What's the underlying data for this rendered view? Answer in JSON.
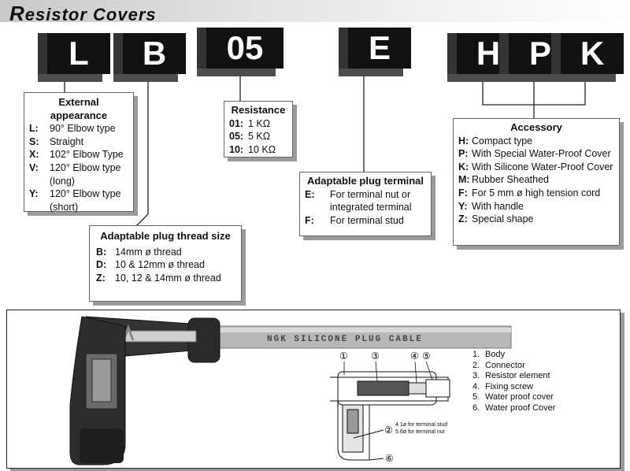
{
  "header": {
    "title": "Resistor Covers"
  },
  "codes": [
    "L",
    "B",
    "05",
    "E",
    "H",
    "P",
    "K"
  ],
  "external_appearance": {
    "title": "External appearance",
    "items": [
      {
        "k": "L:",
        "v": "90° Elbow type"
      },
      {
        "k": "S:",
        "v": "Straight"
      },
      {
        "k": "X:",
        "v": "102° Elbow Type"
      },
      {
        "k": "V:",
        "v": "120° Elbow type"
      },
      {
        "k": "",
        "v": "(long)"
      },
      {
        "k": "Y:",
        "v": "120° Elbow type"
      },
      {
        "k": "",
        "v": "(short)"
      }
    ]
  },
  "thread_size": {
    "title": "Adaptable plug thread size",
    "items": [
      {
        "k": "B:",
        "v": "14mm ø thread"
      },
      {
        "k": "D:",
        "v": "10 & 12mm ø thread"
      },
      {
        "k": "Z:",
        "v": "10, 12 & 14mm ø thread"
      }
    ]
  },
  "resistance": {
    "title": "Resistance",
    "items": [
      {
        "k": "01:",
        "v": "1 KΩ"
      },
      {
        "k": "05:",
        "v": "5 KΩ"
      },
      {
        "k": "10:",
        "v": "10 KΩ"
      }
    ]
  },
  "plug_terminal": {
    "title": "Adaptable plug terminal",
    "items": [
      {
        "k": "E:",
        "v": "For terminal nut or"
      },
      {
        "k": "",
        "v": "integrated terminal"
      },
      {
        "k": "F:",
        "v": "For terminal stud"
      }
    ]
  },
  "accessory": {
    "title": "Accessory",
    "items": [
      {
        "k": "H:",
        "v": "Compact type"
      },
      {
        "k": "P:",
        "v": "With Special Water-Proof Cover"
      },
      {
        "k": "K:",
        "v": "With Silicone Water-Proof Cover"
      },
      {
        "k": "M:",
        "v": "Rubber Sheathed"
      },
      {
        "k": "F:",
        "v": "For 5 mm ø high tension cord"
      },
      {
        "k": "Y:",
        "v": "With handle"
      },
      {
        "k": "Z:",
        "v": "Special shape"
      }
    ]
  },
  "cable_print": "NGK  SILICONE  PLUG  CABLE",
  "callouts": [
    "①",
    "②",
    "③",
    "④",
    "⑤",
    "⑥"
  ],
  "dim_notes": [
    "4.1ø for terminal stud",
    "5.6ø for terminal nut"
  ],
  "parts_legend": [
    {
      "n": "1.",
      "label": "Body"
    },
    {
      "n": "2.",
      "label": "Connector"
    },
    {
      "n": "3.",
      "label": "Resistor element"
    },
    {
      "n": "4.",
      "label": "Fixing screw"
    },
    {
      "n": "5.",
      "label": "Water proof cover"
    },
    {
      "n": "6.",
      "label": "Water proof Cover"
    }
  ]
}
